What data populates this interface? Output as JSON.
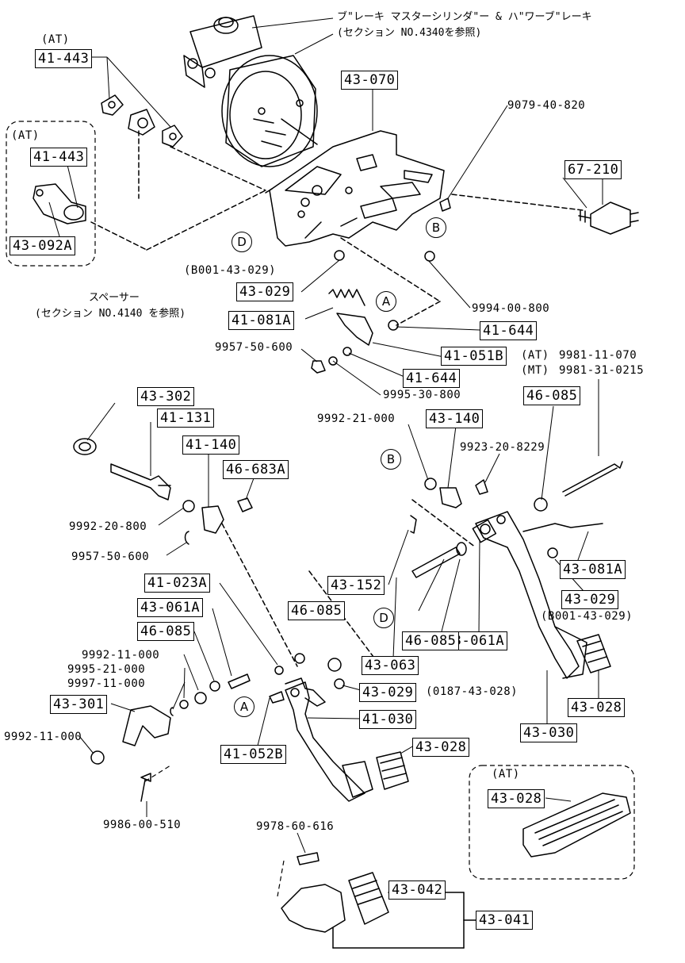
{
  "header": {
    "brake_master_note": "ブ\"レーキ マスターシリンダ\"ー & ハ\"ワーブ\"レーキ",
    "brake_master_ref": "(セクション NO.4340を参照)"
  },
  "spacer_note": {
    "line1": "スペーサー",
    "line2": "(セクション NO.4140 を参照)"
  },
  "group_labels": {
    "at": "(AT)",
    "at_top": "(AT)",
    "at_pedal": "(AT)"
  },
  "variant_labels": {
    "at": "(AT)",
    "mt": "(MT)"
  },
  "circle_refs": {
    "a": "A",
    "b": "B",
    "d": "D"
  },
  "parts": {
    "p41_443_top": "41-443",
    "p41_443_at": "41-443",
    "p43_092a": "43-092A",
    "p43_070": "43-070",
    "p9079_40_820": "9079-40-820",
    "p67_210": "67-210",
    "pB001_43_029": "(B001-43-029)",
    "p43_029_upper": "43-029",
    "p41_081a": "41-081A",
    "p9994_00_800": "9994-00-800",
    "p41_644_a": "41-644",
    "p9957_50_600_upper": "9957-50-600",
    "p41_051b": "41-051B",
    "p41_644_b": "41-644",
    "p9981_11_070": "9981-11-070",
    "p9981_31_0215": "9981-31-0215",
    "p9995_30_800": "9995-30-800",
    "p43_302": "43-302",
    "p46_085_right": "46-085",
    "p41_131": "41-131",
    "p9992_21_000": "9992-21-000",
    "p43_140": "43-140",
    "p41_140": "41-140",
    "p9923_20_8229": "9923-20-8229",
    "p46_683a": "46-683A",
    "p9992_20_800": "9992-20-800",
    "p9957_50_600_lower": "9957-50-600",
    "p43_152": "43-152",
    "p43_081a": "43-081A",
    "p41_023a": "41-023A",
    "p43_029_right": "43-029",
    "pB001_43_029_b": "(B001-43-029)",
    "p43_061a_left": "43-061A",
    "p46_085_left": "46-085",
    "p43_061a_mid": "43-061A",
    "p46_085_d": "46-085",
    "p46_085_mid": "46-085",
    "p9992_11_000_a": "9992-11-000",
    "p43_063": "43-063",
    "p9995_21_000": "9995-21-000",
    "p43_029_lower": "43-029",
    "p0187_43_028": "(0187-43-028)",
    "p9997_11_000": "9997-11-000",
    "p43_028_right": "43-028",
    "p43_301": "43-301",
    "p41_030": "41-030",
    "p43_030": "43-030",
    "p9992_11_000_b": "9992-11-000",
    "p41_052b": "41-052B",
    "p43_028_mid": "43-028",
    "p43_028_at": "43-028",
    "p9986_00_510": "9986-00-510",
    "p9978_60_616": "9978-60-616",
    "p43_042": "43-042",
    "p43_041": "43-041"
  }
}
